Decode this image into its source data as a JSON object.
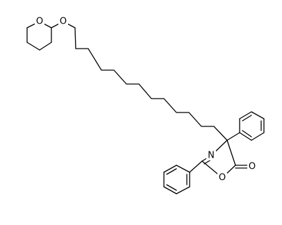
{
  "atoms": {
    "ring_oxygen": "O",
    "ether_oxygen": "O",
    "oxazolone_nitrogen": "N",
    "oxazolone_ring_oxygen": "O",
    "carbonyl_oxygen": "O"
  }
}
